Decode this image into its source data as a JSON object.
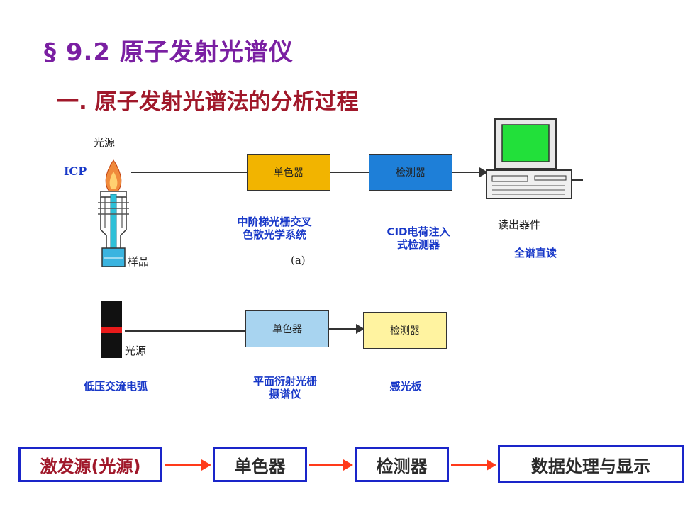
{
  "title": {
    "section": "§ 9.2",
    "text": "原子发射光谱仪"
  },
  "subtitle": "一. 原子发射光谱法的分析过程",
  "figure_a": {
    "source_label": "光源",
    "icp_label": "ICP",
    "sample_label": "样品",
    "mono_label": "单色器",
    "detector_label": "检测器",
    "readout_label": "读出器件",
    "caption": "(a)",
    "mono_note_1": "中阶梯光栅交叉",
    "mono_note_2": "色散光学系统",
    "detector_note_1": "CID电荷注入",
    "detector_note_2": "式检测器",
    "readout_note": "全谱直读"
  },
  "figure_b": {
    "source_label": "光源",
    "mono_label": "单色器",
    "detector_label": "检测器",
    "source_note": "低压交流电弧",
    "mono_note_1": "平面衍射光栅",
    "mono_note_2": "摄谱仪",
    "detector_note": "感光板"
  },
  "flow": [
    {
      "label": "激发源(光源)"
    },
    {
      "label": "单色器"
    },
    {
      "label": "检测器"
    },
    {
      "label": "数据处理与显示"
    }
  ],
  "colors": {
    "title": "#7a1fa2",
    "subtitle": "#a0182a",
    "annotation": "#1838c8",
    "flow_border": "#1a25c9",
    "flow_arrow": "#ff3a1a",
    "mono_a": "#f2b400",
    "detector_a": "#1e7fd8",
    "mono_b": "#a8d4f0",
    "detector_b": "#fff3a0",
    "screen": "#22e03a"
  }
}
